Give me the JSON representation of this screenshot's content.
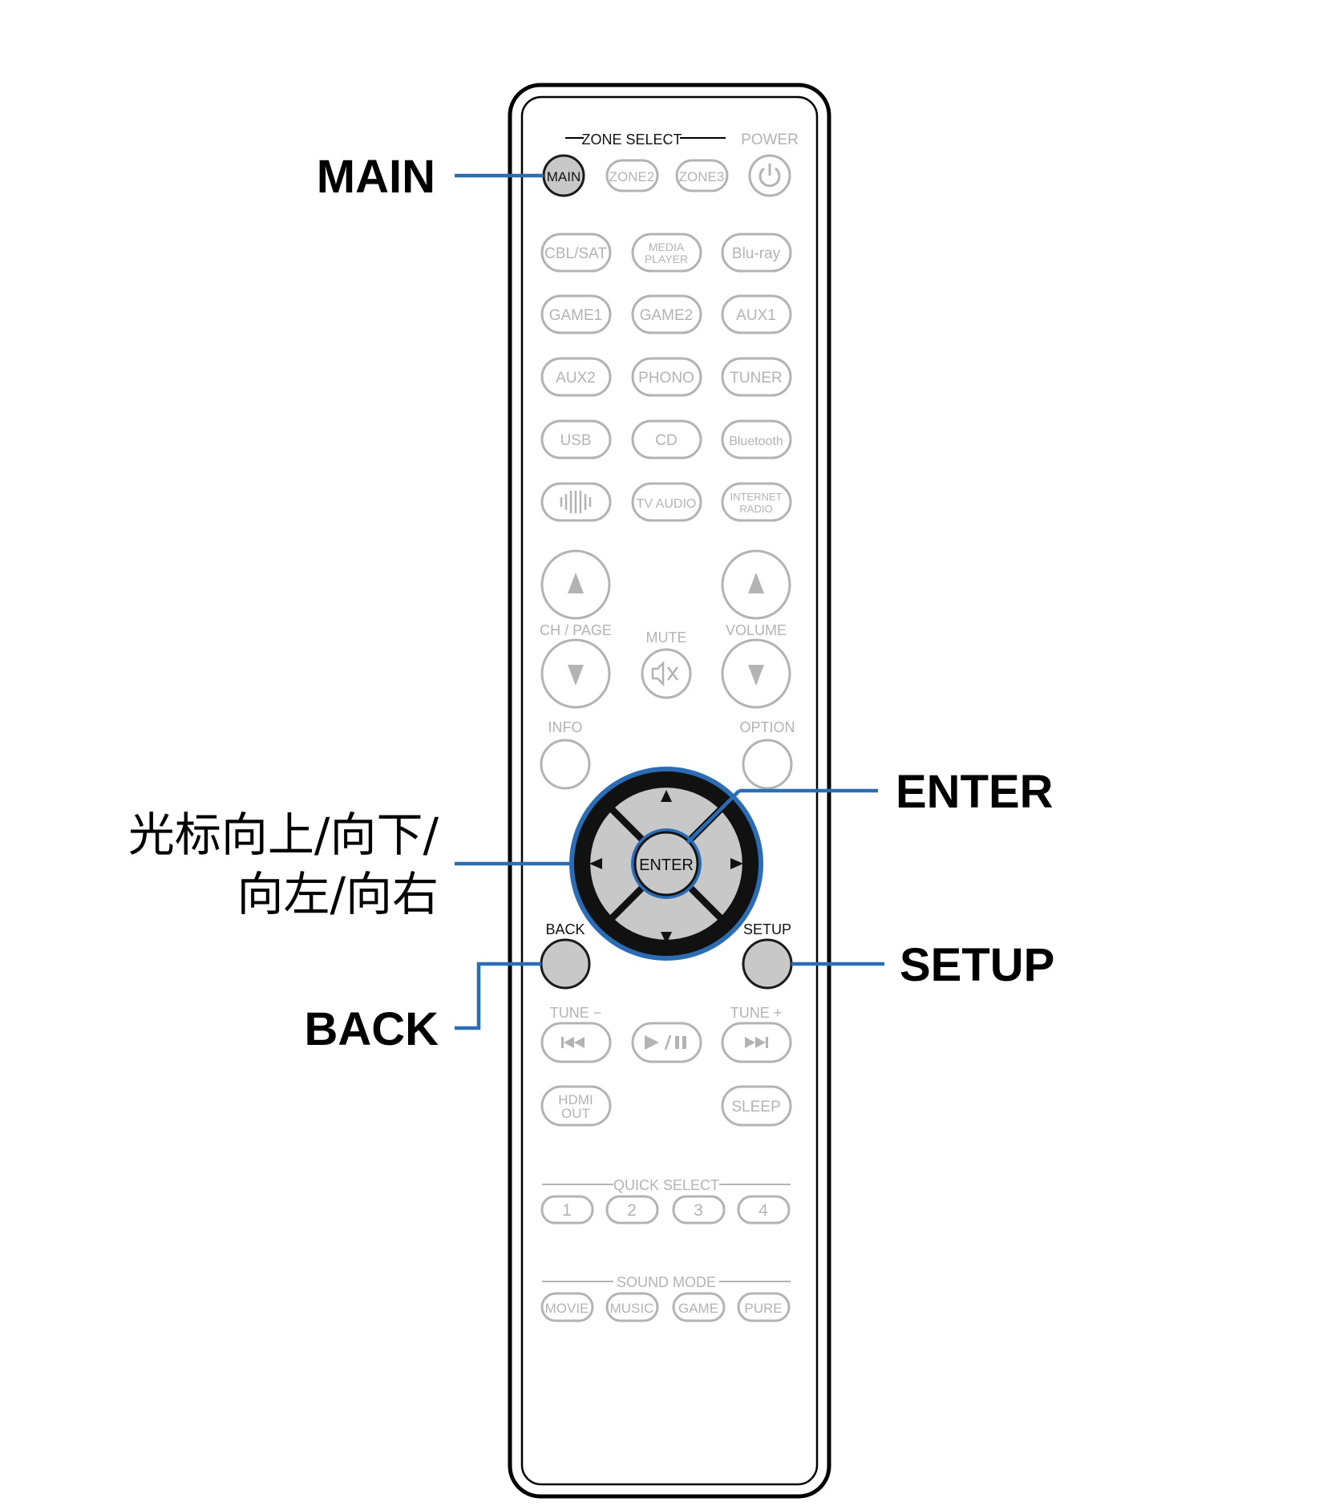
{
  "callouts": {
    "main": "MAIN",
    "enter": "ENTER",
    "setup": "SETUP",
    "back": "BACK",
    "cursor_line1": "光标向上/向下/",
    "cursor_line2": "向左/向右"
  },
  "remote": {
    "zone_select_label": "ZONE SELECT",
    "power_label": "POWER",
    "zone_buttons": [
      "MAIN",
      "ZONE2",
      "ZONE3"
    ],
    "source_rows": [
      [
        "CBL/SAT",
        "MEDIA PLAYER",
        "Blu-ray"
      ],
      [
        "GAME1",
        "GAME2",
        "AUX1"
      ],
      [
        "AUX2",
        "PHONO",
        "TUNER"
      ],
      [
        "USB",
        "CD",
        "Bluetooth"
      ],
      [
        "",
        "TV AUDIO",
        "INTERNET RADIO"
      ]
    ],
    "media_player_lines": [
      "MEDIA",
      "PLAYER"
    ],
    "internet_radio_lines": [
      "INTERNET",
      "RADIO"
    ],
    "ch_page_label": "CH / PAGE",
    "mute_label": "MUTE",
    "volume_label": "VOLUME",
    "info_label": "INFO",
    "option_label": "OPTION",
    "enter_label": "ENTER",
    "back_label": "BACK",
    "setup_label": "SETUP",
    "tune_minus_label": "TUNE −",
    "tune_plus_label": "TUNE +",
    "hdmi_out_lines": [
      "HDMI",
      "OUT"
    ],
    "sleep_label": "SLEEP",
    "quick_select_label": "QUICK SELECT",
    "quick_select_buttons": [
      "1",
      "2",
      "3",
      "4"
    ],
    "sound_mode_label": "SOUND MODE",
    "sound_mode_buttons": [
      "MOVIE",
      "MUSIC",
      "GAME",
      "PURE"
    ]
  },
  "colors": {
    "accent_blue": "#2a6db4",
    "dpad_gray": "#c8c8c8",
    "inactive_gray": "#b3b3b3"
  }
}
